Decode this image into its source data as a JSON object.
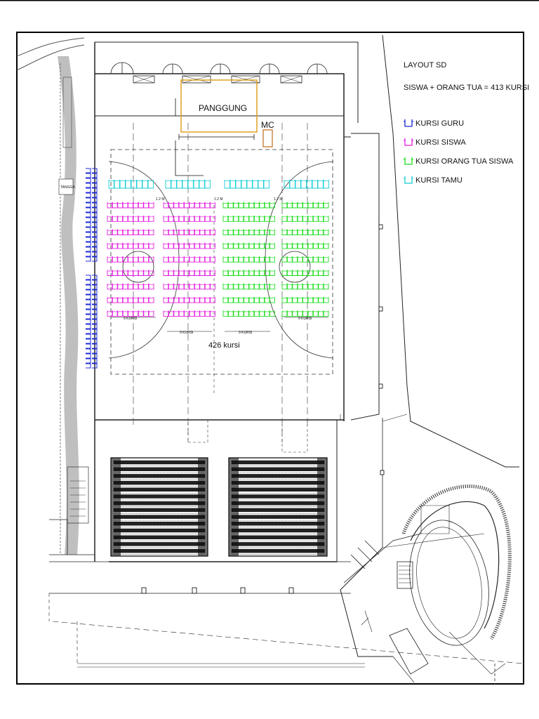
{
  "legend": {
    "title": "LAYOUT SD",
    "subtitle": "SISWA + ORANG TUA = 413 KURSI",
    "items": [
      {
        "key": "guru",
        "label": "KURSI GURU",
        "color": "#1f2bd6"
      },
      {
        "key": "siswa",
        "label": "KURSI SISWA",
        "color": "#e51ee0"
      },
      {
        "key": "orangtua",
        "label": "KURSI ORANG TUA SISWA",
        "color": "#1fdc1f"
      },
      {
        "key": "tamu",
        "label": "KURSI TAMU",
        "color": "#17cfd6"
      }
    ]
  },
  "stage": {
    "label": "PANGGUNG",
    "color": "#e0a020"
  },
  "mc": {
    "label": "MC",
    "color": "#c06a1a"
  },
  "seat_total": {
    "label": "426 kursi"
  },
  "block_labels": {
    "siswa_left": "9 KURSI",
    "siswa_right": "9 KURSI",
    "orangtua_left": "9 KURSI",
    "orangtua_right": "9 KURSI"
  },
  "aisle_labels": {
    "left": "1.2 M",
    "mid": "1.2 M",
    "right": "1.2 M"
  },
  "misc": {
    "tangga": "TANGGA"
  }
}
